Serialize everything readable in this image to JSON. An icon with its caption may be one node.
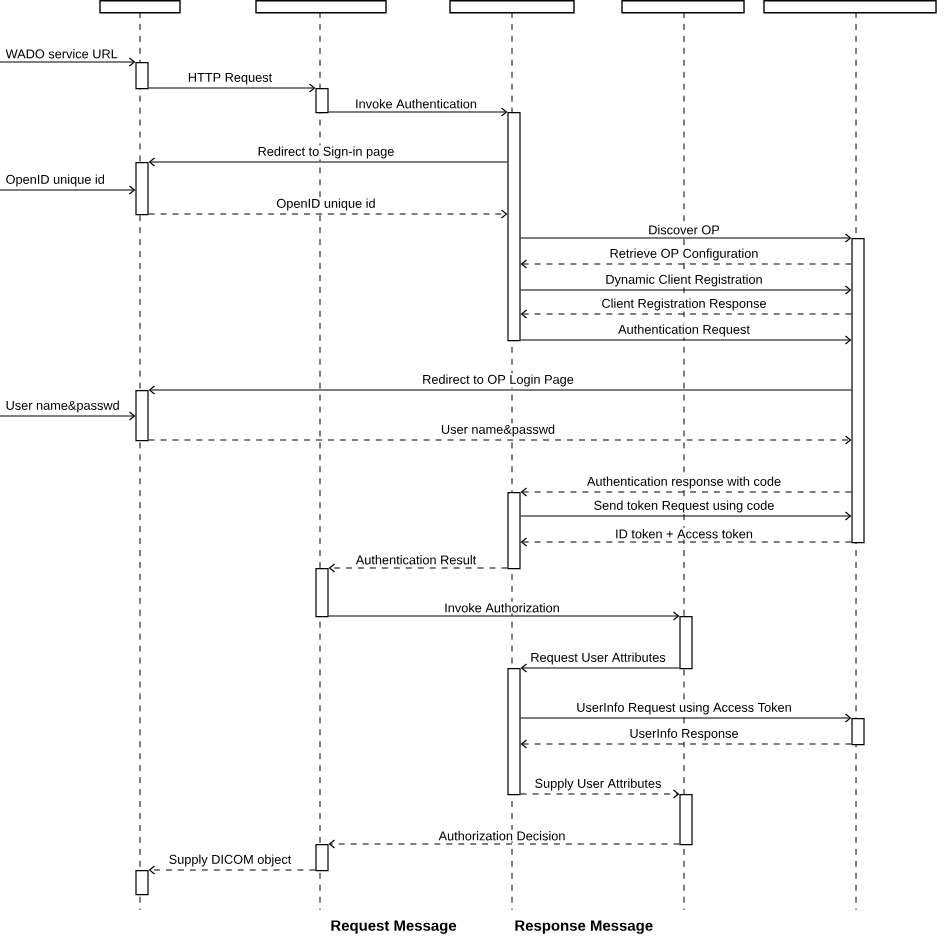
{
  "diagram": {
    "nodes": [
      {
        "text": [],
        "shape": "box"
      },
      {
        "text": [],
        "shape": "box"
      },
      {
        "text": [],
        "shape": "box"
      },
      {
        "text": [],
        "shape": "box"
      },
      {
        "text": [],
        "shape": "box"
      },
      {
        "text": [],
        "shape": "bar"
      },
      {
        "text": [],
        "shape": "bar"
      },
      {
        "text": [],
        "shape": "bar"
      },
      {
        "text": [],
        "shape": "bar"
      },
      {
        "text": [],
        "shape": "bar"
      },
      {
        "text": [],
        "shape": "bar"
      },
      {
        "text": [],
        "shape": "bar"
      },
      {
        "text": [],
        "shape": "bar"
      },
      {
        "text": [],
        "shape": "bar"
      },
      {
        "text": [],
        "shape": "bar"
      },
      {
        "text": [],
        "shape": "bar"
      },
      {
        "text": [],
        "shape": "bar"
      },
      {
        "text": [],
        "shape": "bar"
      },
      {
        "text": [],
        "shape": "bar"
      }
    ],
    "edges": [
      {
        "from": null,
        "to": 5,
        "arrow": "to",
        "label": "WADO service URL"
      },
      {
        "from": 5,
        "to": 6,
        "arrow": "to",
        "label": "HTTP Request"
      },
      {
        "from": 6,
        "to": 7,
        "arrow": "to",
        "label": "Invoke Authentication"
      },
      {
        "from": 7,
        "to": 8,
        "arrow": "to",
        "label": "Redirect to Sign-in page"
      },
      {
        "from": null,
        "to": 8,
        "arrow": "to",
        "label": "OpenID unique id"
      },
      {
        "from": 8,
        "to": 7,
        "arrow": "to",
        "label": "OpenID unique id",
        "style": "dashed"
      },
      {
        "from": 7,
        "to": 9,
        "arrow": "to",
        "label": "Discover OP"
      },
      {
        "from": 9,
        "to": 7,
        "arrow": "to",
        "label": "Retrieve OP Configuration",
        "style": "dashed"
      },
      {
        "from": 7,
        "to": 9,
        "arrow": "to",
        "label": "Dynamic Client Registration"
      },
      {
        "from": 9,
        "to": 7,
        "arrow": "to",
        "label": "Client Registration Response",
        "style": "dashed"
      },
      {
        "from": 7,
        "to": 9,
        "arrow": "to",
        "label": "Authentication Request"
      },
      {
        "from": 9,
        "to": 10,
        "arrow": "to",
        "label": "Redirect to OP Login Page"
      },
      {
        "from": null,
        "to": 10,
        "arrow": "to",
        "label": "User name&passwd"
      },
      {
        "from": 10,
        "to": 9,
        "arrow": "to",
        "label": "User name&passwd",
        "style": "dashed"
      },
      {
        "from": 9,
        "to": 11,
        "arrow": "to",
        "label": "Authentication response with code",
        "style": "dashed"
      },
      {
        "from": 11,
        "to": 9,
        "arrow": "to",
        "label": "Send token Request using code"
      },
      {
        "from": 9,
        "to": 11,
        "arrow": "to",
        "label": "ID token + Access token",
        "style": "dashed"
      },
      {
        "from": 11,
        "to": 12,
        "arrow": "to",
        "label": "Authentication Result",
        "style": "dashed"
      },
      {
        "from": 12,
        "to": 13,
        "arrow": "to",
        "label": "Invoke Authorization"
      },
      {
        "from": 13,
        "to": 14,
        "arrow": "to",
        "label": "Request User Attributes"
      },
      {
        "from": 14,
        "to": 15,
        "arrow": "to",
        "label": "UserInfo Request using Access Token"
      },
      {
        "from": 15,
        "to": 14,
        "arrow": "to",
        "label": "UserInfo Response",
        "style": "dashed"
      },
      {
        "from": 14,
        "to": 16,
        "arrow": "to",
        "label": "Supply User Attributes",
        "style": "dashed"
      },
      {
        "from": 16,
        "to": 17,
        "arrow": "to",
        "label": "Authorization Decision",
        "style": "dashed"
      },
      {
        "from": 17,
        "to": 18,
        "arrow": "to",
        "label": "Supply DICOM object",
        "style": "dashed"
      }
    ],
    "labels": [
      "Request Message",
      "Response Message"
    ]
  }
}
